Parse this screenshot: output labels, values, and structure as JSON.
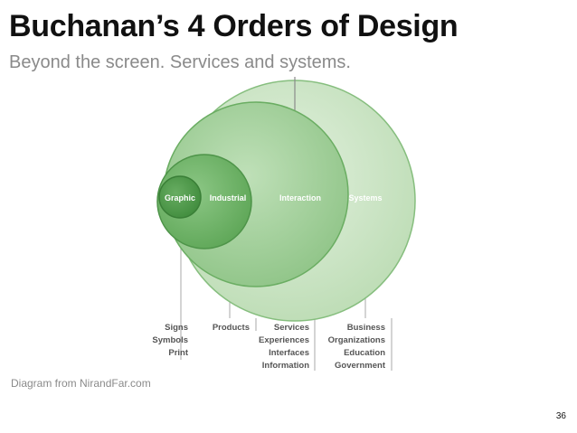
{
  "slide": {
    "title": "Buchanan’s 4 Orders of Design",
    "subtitle": "Beyond the screen. Services and systems.",
    "source": "Diagram from NirandFar.com",
    "page_number": "36"
  },
  "diagram": {
    "orders": [
      {
        "name": "Graphic",
        "examples": [
          "Signs",
          "Symbols",
          "Print"
        ]
      },
      {
        "name": "Industrial",
        "examples": [
          "Products"
        ]
      },
      {
        "name": "Interaction",
        "examples": [
          "Services",
          "Experiences",
          "Interfaces",
          "Information"
        ]
      },
      {
        "name": "Systems",
        "examples": [
          "Business",
          "Organizations",
          "Education",
          "Government"
        ]
      }
    ],
    "colors": {
      "systems_fill": "#cfe6c9",
      "interaction_fill": "#a9d3a3",
      "industrial_fill": "#79b972",
      "graphic_fill": "#4f9a4b",
      "stroke": "#5e9f57",
      "leader_line": "#b8b8b8"
    }
  }
}
